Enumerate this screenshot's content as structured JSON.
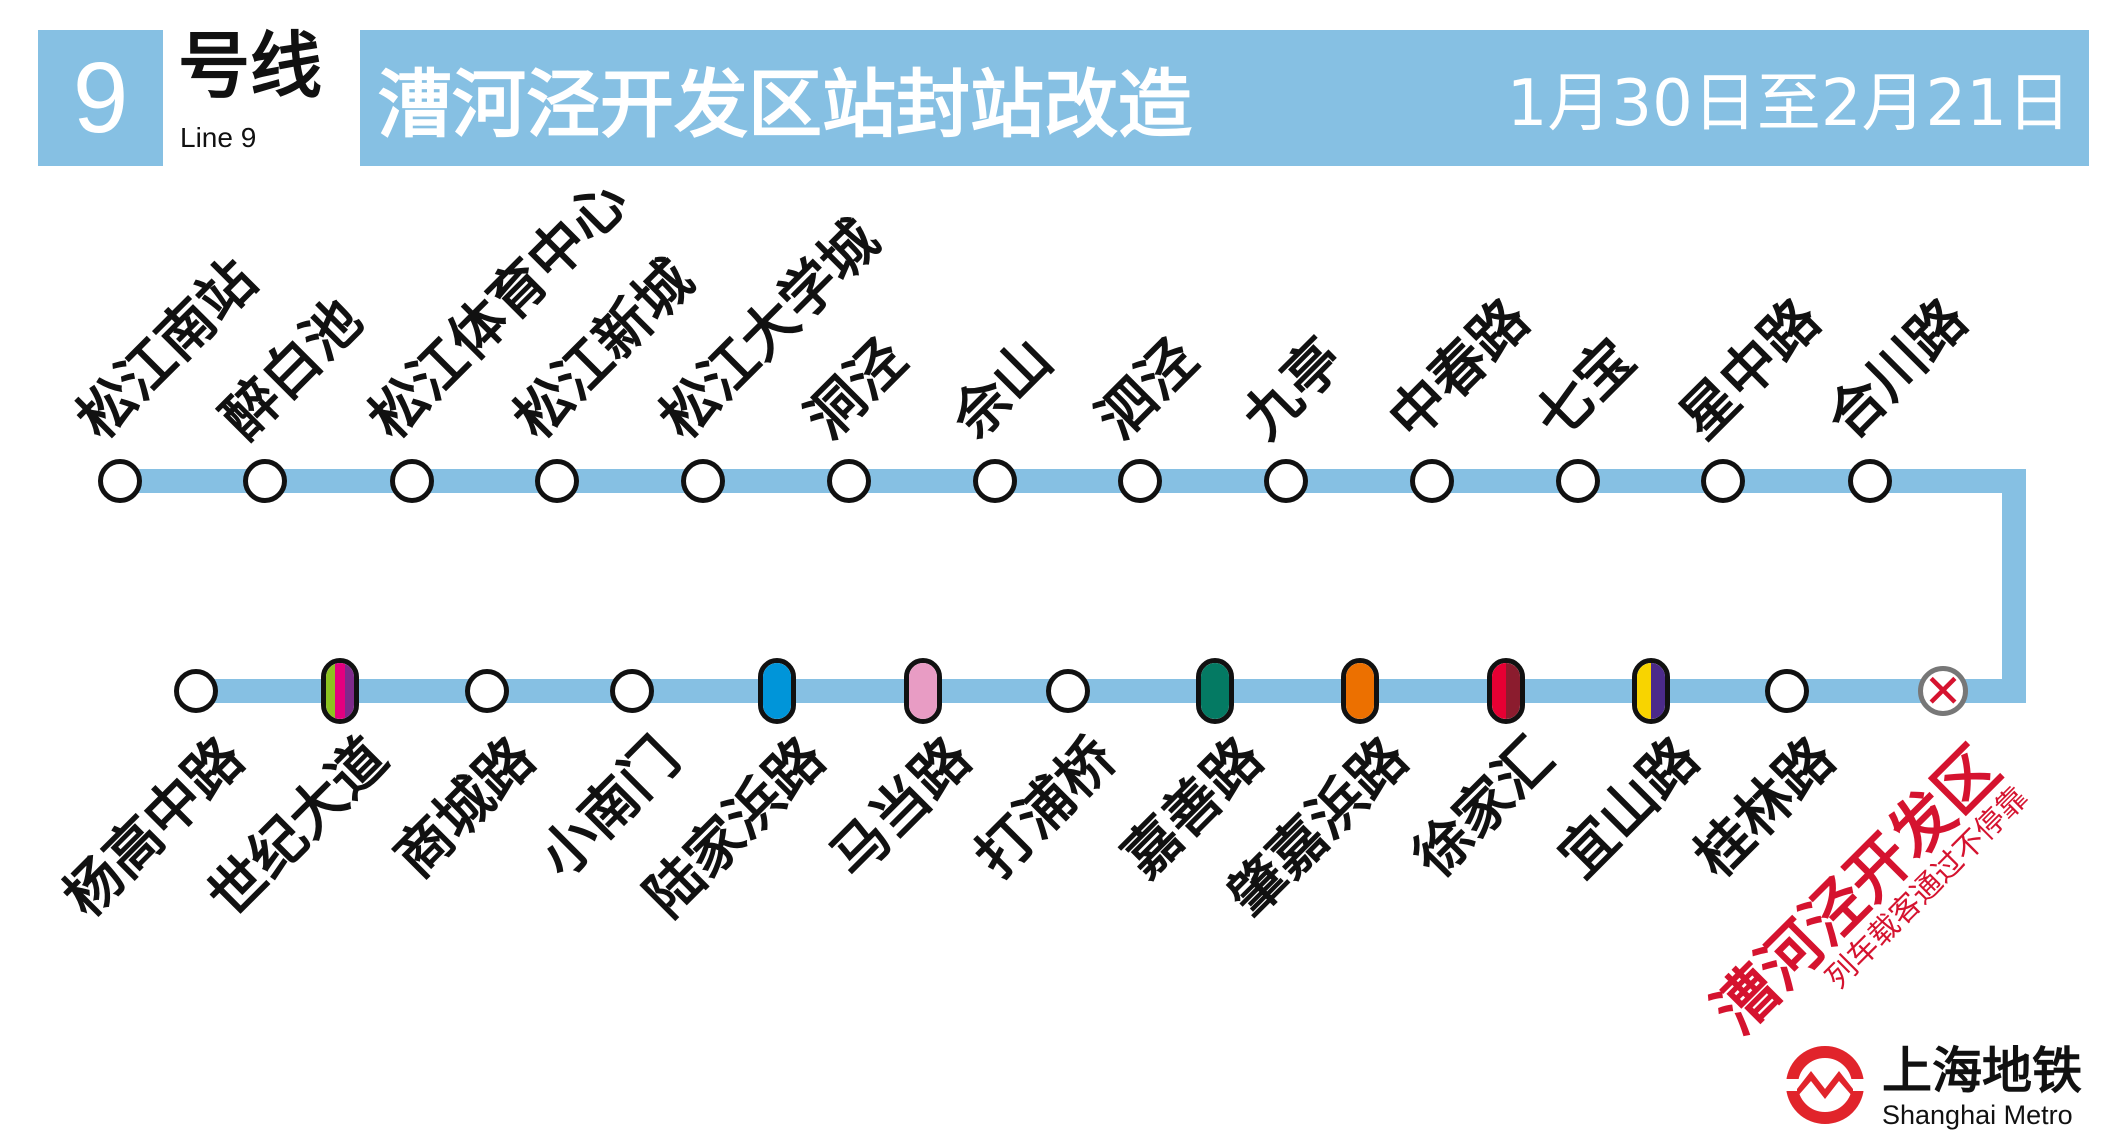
{
  "header": {
    "line_number": "9",
    "line_cn": "号线",
    "line_en": "Line 9",
    "title": "漕河泾开发区站封站改造",
    "dates": "1月30日至2月21日"
  },
  "colors": {
    "line": "#86c0e3",
    "closed": "#d5132f"
  },
  "top_stations": [
    {
      "name": "松江南站"
    },
    {
      "name": "醉白池"
    },
    {
      "name": "松江体育中心"
    },
    {
      "name": "松江新城"
    },
    {
      "name": "松江大学城"
    },
    {
      "name": "洞泾"
    },
    {
      "name": "佘山"
    },
    {
      "name": "泗泾"
    },
    {
      "name": "九亭"
    },
    {
      "name": "中春路"
    },
    {
      "name": "七宝"
    },
    {
      "name": "星中路"
    },
    {
      "name": "合川路"
    }
  ],
  "bottom_stations": [
    {
      "name": "杨高中路"
    },
    {
      "name": "世纪大道",
      "interchange": [
        "#8cc220",
        "#e4007f",
        "#7e2a8b"
      ]
    },
    {
      "name": "商城路"
    },
    {
      "name": "小南门"
    },
    {
      "name": "陆家浜路",
      "interchange": [
        "#0095d9"
      ]
    },
    {
      "name": "马当路",
      "interchange": [
        "#e89cc4"
      ]
    },
    {
      "name": "打浦桥"
    },
    {
      "name": "嘉善路",
      "interchange": [
        "#047a63"
      ]
    },
    {
      "name": "肇嘉浜路",
      "interchange": [
        "#ec7000"
      ]
    },
    {
      "name": "徐家汇",
      "interchange": [
        "#e60033",
        "#8b1c2e"
      ]
    },
    {
      "name": "宜山路",
      "interchange": [
        "#f8d400",
        "#4b2a8a"
      ]
    },
    {
      "name": "桂林路"
    }
  ],
  "closed_station": {
    "name": "漕河泾开发区",
    "note": "列车载客通过不停靠",
    "icon": "cross-icon"
  },
  "logo": {
    "cn": "上海地铁",
    "en": "Shanghai Metro"
  }
}
